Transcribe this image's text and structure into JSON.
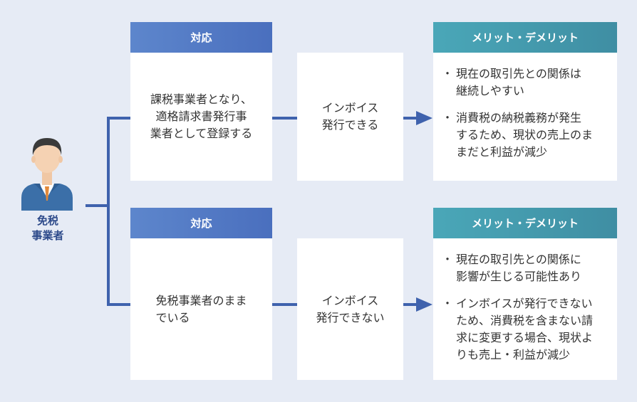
{
  "person": {
    "label_line1": "免税",
    "label_line2": "事業者"
  },
  "rows": [
    {
      "header": "対応",
      "action_lines": [
        "課税事業者となり、",
        "適格請求書発行事",
        "業者として登録する"
      ],
      "result_lines": [
        "インボイス",
        "発行できる"
      ],
      "merit_header": "メリット・デメリット",
      "merits": [
        {
          "lines": [
            "現在の取引先との関係は",
            "継続しやすい"
          ]
        },
        {
          "lines": [
            "消費税の納税義務が発生",
            "するため、現状の売上のま",
            "まだと利益が減少"
          ]
        }
      ]
    },
    {
      "header": "対応",
      "action_lines": [
        "免税事業者のまま",
        "でいる"
      ],
      "result_lines": [
        "インボイス",
        "発行できない"
      ],
      "merit_header": "メリット・デメリット",
      "merits": [
        {
          "lines": [
            "現在の取引先との関係に",
            "影響が生じる可能性あり"
          ]
        },
        {
          "lines": [
            "インボイスが発行できない",
            "ため、消費税を含まない請",
            "求に変更する場合、現状よ",
            "りも売上・利益が減少"
          ]
        }
      ]
    }
  ],
  "colors": {
    "accent_blue": "#4a6fbe",
    "accent_teal": "#3f8ea3",
    "connector": "#3f62ad",
    "background": "#e6ebf5"
  }
}
